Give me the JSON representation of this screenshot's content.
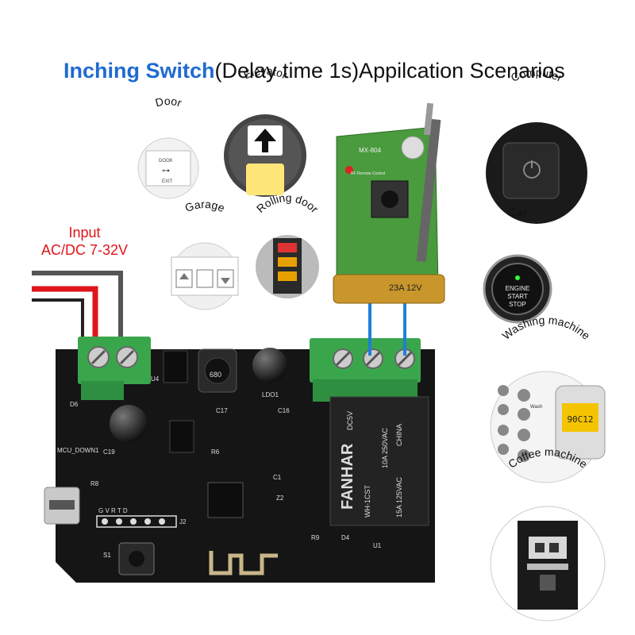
{
  "title": {
    "highlight": "Inching Switch",
    "rest": "(Delay time 1s)Appilcation Scenarios"
  },
  "input_label": {
    "line1": "Input",
    "line2": "AC/DC 7-32V"
  },
  "scenarios": {
    "door": "Door",
    "elevator": "Elevator",
    "garage": "Garage",
    "rolling_door": "Rolling door",
    "computer": "Computer",
    "car": "Car",
    "washing_machine": "Washing machine",
    "coffee_machine": "Coffee machine"
  },
  "door_sign": {
    "top": "DOOK",
    "bottom": "EXIT"
  },
  "car_button": {
    "l1": "ENGINE",
    "l2": "START",
    "l3": "STOP"
  },
  "remote": {
    "model": "MX-804",
    "text": "RF Remote Control",
    "battery": "23A 12V"
  },
  "board": {
    "mcu_label": "MCU_DOWN1",
    "header_pins": "G V R T D",
    "relay_brand": "FANHAR",
    "relay_model": "DC5V",
    "relay_rating1": "10A 250VAC",
    "relay_rating2": "15A 125VAC",
    "relay_part": "WH-1CST",
    "relay_country": "CHINA",
    "inductor": "680",
    "parts": [
      "D6",
      "C19",
      "U4",
      "C17",
      "LDO1",
      "C16",
      "R6",
      "R8",
      "Z2",
      "S1",
      "R9",
      "D4",
      "U1",
      "C1",
      "J2"
    ]
  },
  "washer_display": {
    "value": "90C12",
    "label": "Wash"
  },
  "colors": {
    "title_highlight": "#1f6bd0",
    "input_red": "#e0141b",
    "pcb_black": "#151515",
    "terminal_green": "#3aa64c",
    "wire_blue": "#1e7fd8"
  }
}
